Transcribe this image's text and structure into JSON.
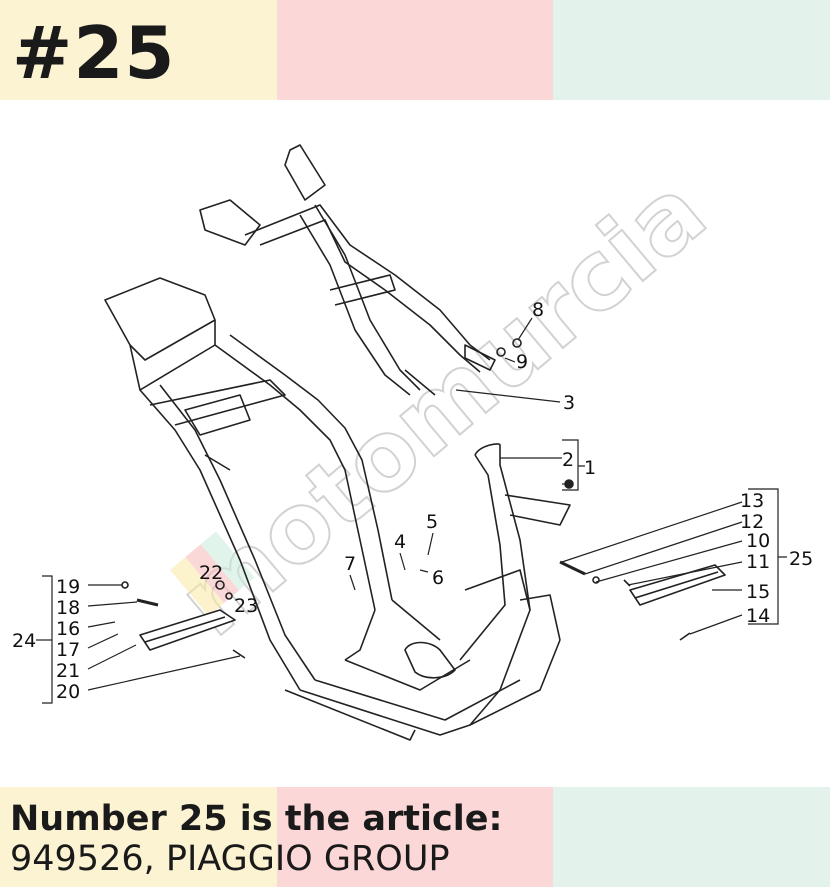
{
  "header": {
    "title": "#25"
  },
  "caption": {
    "line1": "Number 25 is the article:",
    "line2": "949526, PIAGGIO GROUP"
  },
  "watermark": {
    "text": "motomurcia"
  },
  "colors": {
    "band_yellow": "#fcf3d3",
    "band_pink": "#fbd7d7",
    "band_mint": "#e3f3ec",
    "ink": "#1a1a1a"
  },
  "part_labels": {
    "p1": "1",
    "p2": "2",
    "p3": "3",
    "p4": "4",
    "p5": "5",
    "p6": "6",
    "p7": "7",
    "p8": "8",
    "p9": "9",
    "p10": "10",
    "p11": "11",
    "p12": "12",
    "p13": "13",
    "p14": "14",
    "p15": "15",
    "p16": "16",
    "p17": "17",
    "p18": "18",
    "p19": "19",
    "p20": "20",
    "p21": "21",
    "p22": "22",
    "p23": "23",
    "p24": "24",
    "p25": "25"
  }
}
